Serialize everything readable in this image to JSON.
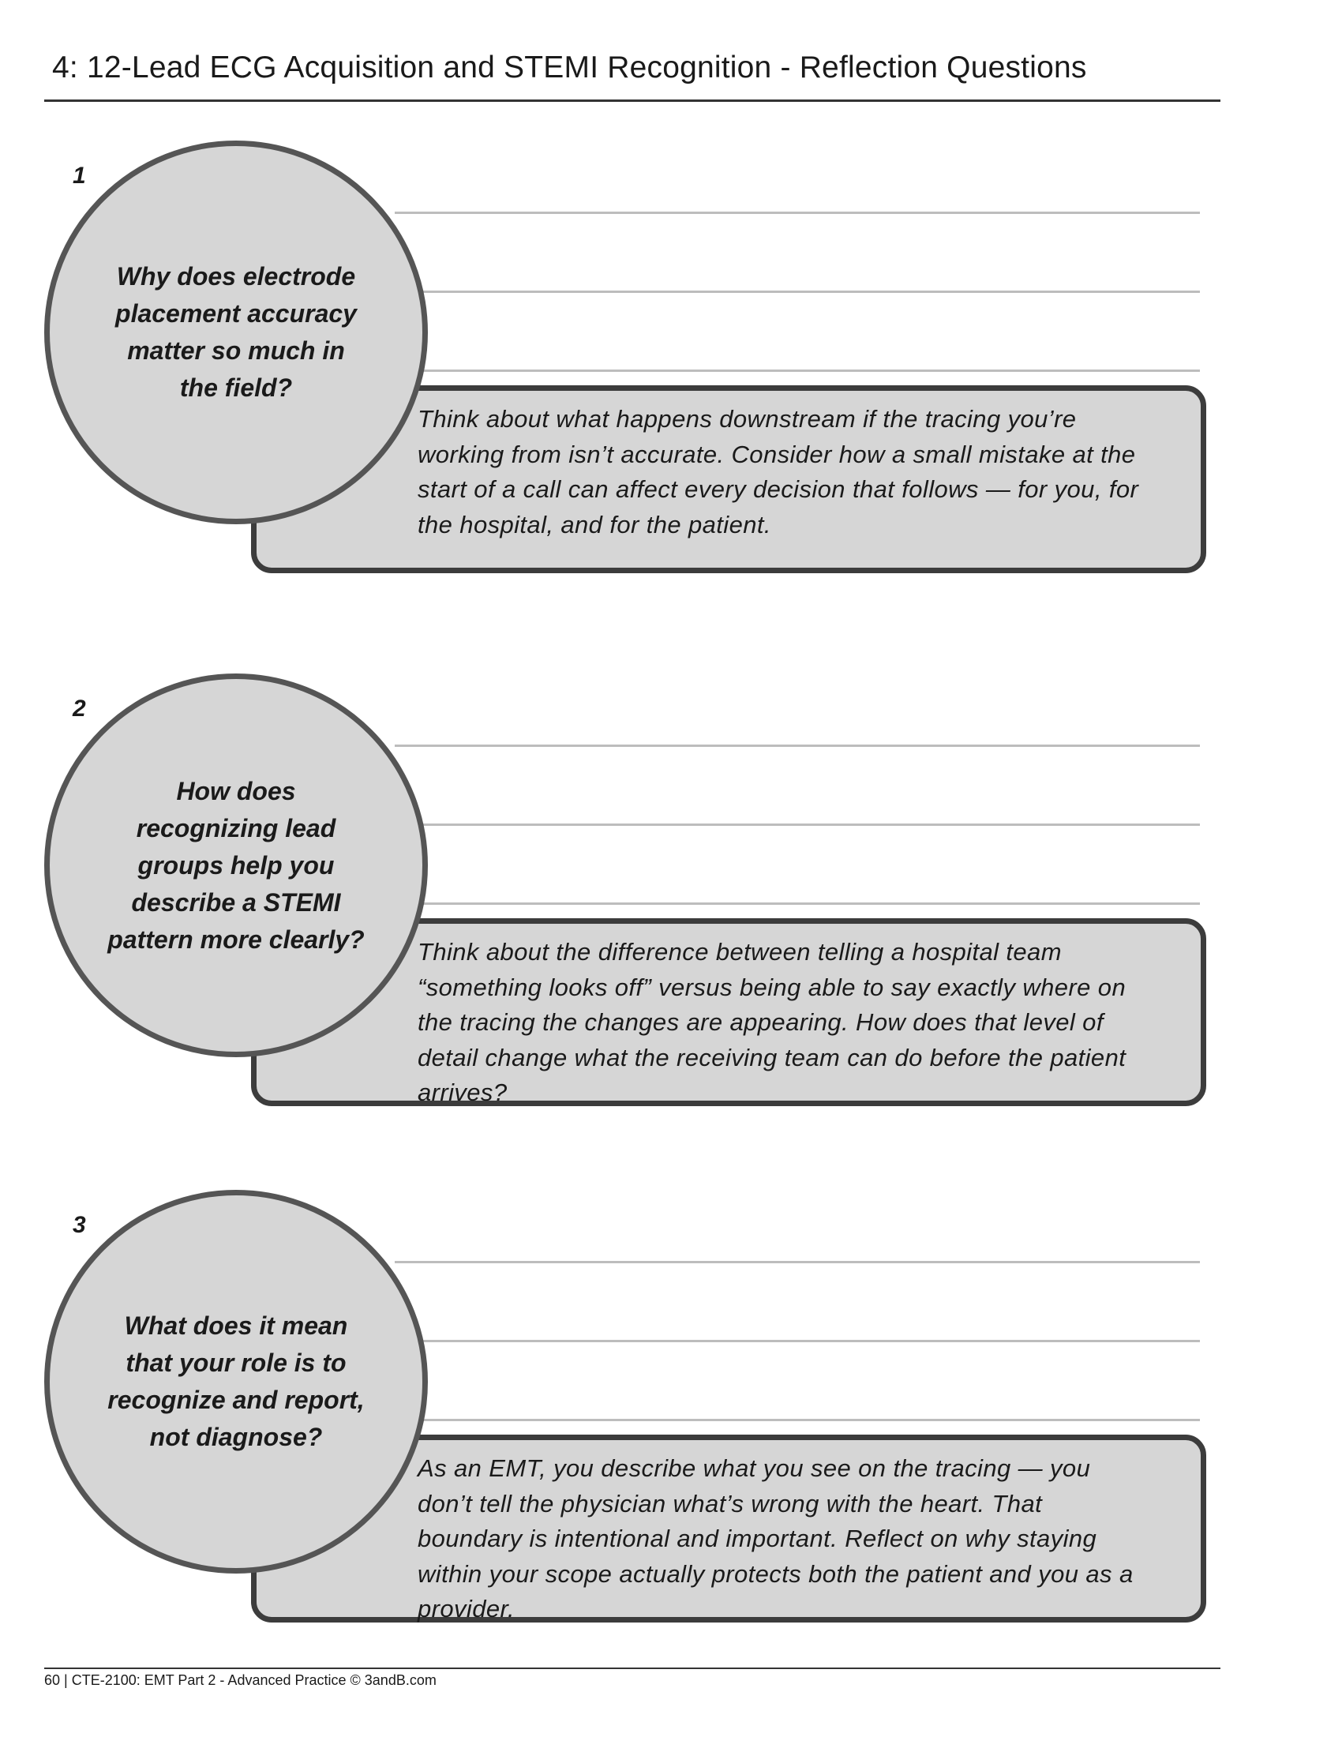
{
  "page": {
    "title": "4: 12-Lead ECG Acquisition and STEMI Recognition - Reflection Questions",
    "footer": "60 | CTE-2100: EMT Part 2 - Advanced Practice © 3andB.com"
  },
  "questions": [
    {
      "number": "1",
      "question_lines": [
        "Why does electrode",
        "placement accuracy",
        "matter so much in",
        "the field?"
      ],
      "hint_lines": [
        "Think about what happens downstream if the tracing you’re",
        "working from isn’t accurate. Consider how a small mistake at the",
        "start of a call can affect every decision that follows — for you, for",
        "the hospital, and for the patient."
      ]
    },
    {
      "number": "2",
      "question_lines": [
        "How does",
        "recognizing lead",
        "groups help you",
        "describe a STEMI",
        "pattern more clearly?"
      ],
      "hint_lines": [
        "Think about the difference between telling a hospital team",
        "“something looks off” versus being able to say exactly where on",
        "the tracing the changes are appearing. How does that level of",
        "detail change what the receiving team can do before the patient",
        "arrives?"
      ]
    },
    {
      "number": "3",
      "question_lines": [
        "What does it mean",
        "that your role is to",
        "recognize and report,",
        "not diagnose?"
      ],
      "hint_lines": [
        "As an EMT, you describe what you see on the tracing — you",
        "don’t tell the physician what’s wrong with the heart. That",
        "boundary is intentional and important. Reflect on why staying",
        "within your scope actually protects both the patient and you as a",
        "provider."
      ]
    }
  ]
}
